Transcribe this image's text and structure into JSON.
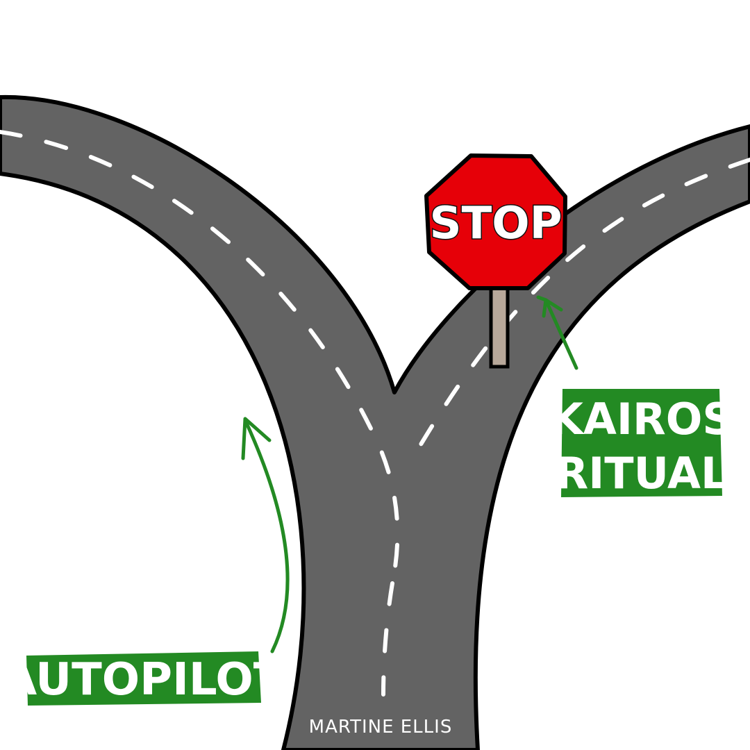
{
  "labels": {
    "stop_sign": "STOP",
    "autopilot": "AUTOPILOT",
    "kairos_line1": "KAIROS",
    "kairos_line2": "RITUAL",
    "credit": "MARTINE ELLIS"
  },
  "colors": {
    "road": "#636363",
    "road_edge": "#000000",
    "lane_marking": "#ffffff",
    "stop_sign": "#e60008",
    "label_background": "#238a23",
    "post": "#b8a89a"
  },
  "icons": {
    "stop_sign": "stop-sign-icon",
    "arrows": "curved-arrow-icon"
  }
}
